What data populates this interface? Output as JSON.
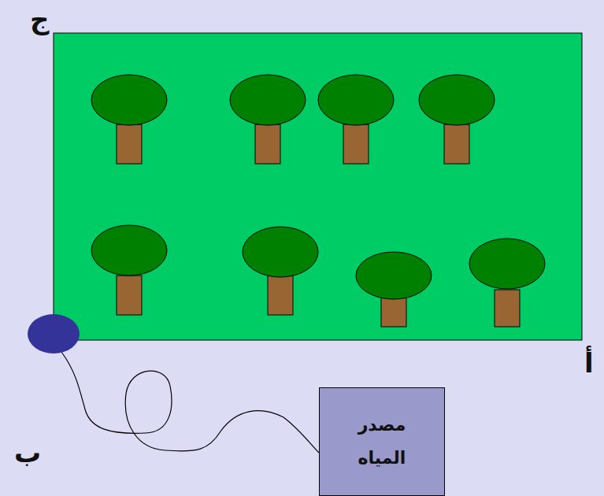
{
  "diagram": {
    "nodes": [
      {
        "text": [
          "مصدر المياه"
        ]
      }
    ],
    "labels": [
      "ج",
      "ب",
      "أ"
    ]
  }
}
